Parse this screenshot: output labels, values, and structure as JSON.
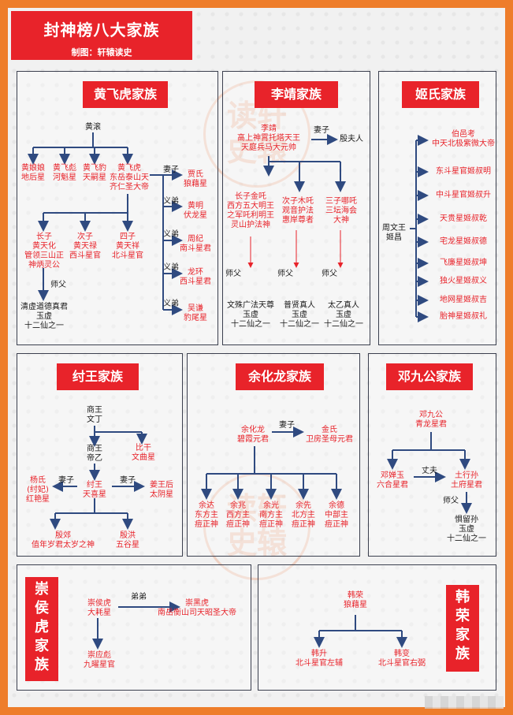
{
  "title": "封神榜八大家族",
  "subtitle": "制图：轩辕读史",
  "huang": {
    "header": "黄飞虎家族",
    "root": "黄滚",
    "c1": [
      "黄娘娘",
      "地后星"
    ],
    "c2": [
      "黄飞彪",
      "河魁星"
    ],
    "c3": [
      "黄飞豹",
      "天嗣星"
    ],
    "c4": [
      "黄飞虎",
      "东岳泰山天",
      "齐仁圣大帝"
    ],
    "wife_label": "妻子",
    "wife": [
      "贾氏",
      "狼藉星"
    ],
    "yd1_label": "义弟",
    "yd1": [
      "黄明",
      "伏龙星"
    ],
    "yd2_label": "义弟",
    "yd2": [
      "周纪",
      "南斗星君"
    ],
    "yd3_label": "义弟",
    "yd3": [
      "龙环",
      "西斗星君"
    ],
    "yd4_label": "义弟",
    "yd4": [
      "吴谦",
      "豹尾星"
    ],
    "s1": [
      "长子",
      "黄天化",
      "管领三山正",
      "神炳灵公"
    ],
    "s2": [
      "次子",
      "黄天禄",
      "西斗星官"
    ],
    "s3": [
      "四子",
      "黄天祥",
      "北斗星官"
    ],
    "master_label": "师父",
    "master": [
      "清虚道德真君",
      "玉虚",
      "十二仙之一"
    ]
  },
  "li": {
    "header": "李靖家族",
    "root": [
      "李靖",
      "高上神霄托塔天王",
      "天庭兵马大元帅"
    ],
    "wife_label": "妻子",
    "wife": "殷夫人",
    "s1": [
      "长子金吒",
      "西方五大明王",
      "之军吒利明王",
      "灵山护法神"
    ],
    "s2": [
      "次子木吒",
      "观音护法",
      "惠岸尊者"
    ],
    "s3": [
      "三子哪吒",
      "三坛海会",
      "大神"
    ],
    "m_label": "师父",
    "m1": [
      "文殊广法天尊",
      "玉虚",
      "十二仙之一"
    ],
    "m2": [
      "普贤真人",
      "玉虚",
      "十二仙之一"
    ],
    "m3": [
      "太乙真人",
      "玉虚",
      "十二仙之一"
    ]
  },
  "ji": {
    "header": "姬氏家族",
    "root": [
      "周文王",
      "姬昌"
    ],
    "items": [
      [
        "伯邑考",
        "中天北极紫微大帝"
      ],
      [
        "东斗星官姬叔明"
      ],
      [
        "中斗星官姬叔升"
      ],
      [
        "天贵星姬叔乾"
      ],
      [
        "宅龙星姬叔德"
      ],
      [
        "飞廉星姬叔坤"
      ],
      [
        "独火星姬叔义"
      ],
      [
        "地网星姬叔吉"
      ],
      [
        "胎神星姬叔礼"
      ]
    ]
  },
  "zhou": {
    "header": "纣王家族",
    "root": [
      "商王",
      "文丁"
    ],
    "bigan": [
      "比干",
      "文曲星"
    ],
    "diyi": [
      "商王",
      "帝乙"
    ],
    "wife1_label": "妻子",
    "wife1": [
      "杨氏",
      "(纣妃)",
      "红艳星"
    ],
    "king": [
      "纣王",
      "天喜星"
    ],
    "wife2_label": "妻子",
    "wife2": [
      "姜王后",
      "太阴星"
    ],
    "s1": [
      "殷郊",
      "值年岁君太岁之神"
    ],
    "s2": [
      "殷洪",
      "五谷星"
    ]
  },
  "yu": {
    "header": "余化龙家族",
    "root": [
      "余化龙",
      "碧霞元君"
    ],
    "wife_label": "妻子",
    "wife": [
      "金氏",
      "卫房圣母元君"
    ],
    "sons": [
      [
        "余达",
        "东方主",
        "痘正神"
      ],
      [
        "余兆",
        "西方主",
        "痘正神"
      ],
      [
        "余光",
        "南方主",
        "痘正神"
      ],
      [
        "余先",
        "北方主",
        "痘正神"
      ],
      [
        "余德",
        "中部主",
        "痘正神"
      ]
    ]
  },
  "deng": {
    "header": "邓九公家族",
    "root": [
      "邓九公",
      "青龙星君"
    ],
    "daughter": [
      "邓婵玉",
      "六合星君"
    ],
    "hus_label": "丈夫",
    "husband": [
      "土行孙",
      "土府星君"
    ],
    "m_label": "师父",
    "master": [
      "惧留孙",
      "玉虚",
      "十二仙之一"
    ]
  },
  "chong": {
    "header": [
      "崇",
      "侯",
      "虎",
      "家",
      "族"
    ],
    "root": [
      "崇侯虎",
      "大耗星"
    ],
    "bro_label": "弟弟",
    "bro": [
      "崇黑虎",
      "南岳衡山司天昭圣大帝"
    ],
    "son": [
      "崇应彪",
      "九曜星官"
    ]
  },
  "han": {
    "header": [
      "韩",
      "荣",
      "家",
      "族"
    ],
    "root": [
      "韩荣",
      "狼藉星"
    ],
    "s1": [
      "韩升",
      "北斗星官左辅"
    ],
    "s2": [
      "韩变",
      "北斗星官右弼"
    ]
  },
  "seal_chars": [
    "读",
    "史",
    "轩",
    "辕"
  ]
}
